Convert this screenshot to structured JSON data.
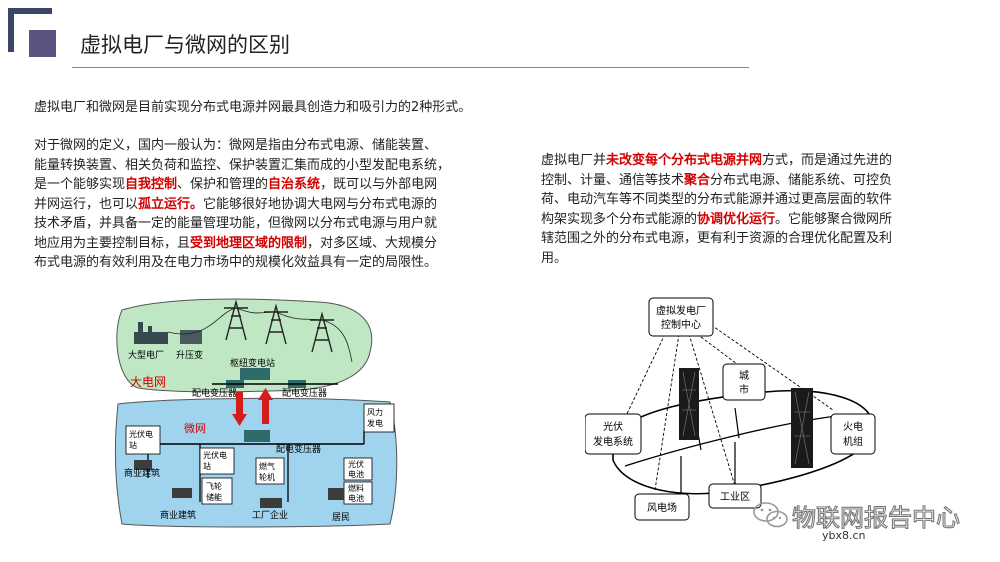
{
  "title": "虚拟电厂与微网的区别",
  "intro": "虚拟电厂和微网是目前实现分布式电源并网最具创造力和吸引力的2种形式。",
  "left_para": {
    "l1": "对于微网的定义，国内一般认为：微网是指由分布式电源、储能装置、",
    "l2": "能量转换装置、相关负荷和监控、保护装置汇集而成的小型发配电系统，",
    "l3a": "是一个能够实现",
    "l3h1": "自我控制",
    "l3b": "、保护和管理的",
    "l3h2": "自治系统",
    "l3c": "，既可以与外部电网",
    "l4a": "并网运行，也可以",
    "l4h": "孤立运行。",
    "l4b": "它能够很好地协调大电网与分布式电源的",
    "l5": "技术矛盾，并具备一定的能量管理功能，但微网以分布式电源与用户就",
    "l6a": "地应用为主要控制目标，且",
    "l6h": "受到地理区域的限制",
    "l6b": "，对多区域、大规模分",
    "l7": "布式电源的有效利用及在电力市场中的规模化效益具有一定的局限性。"
  },
  "right_para": {
    "l1a": "虚拟电厂并",
    "l1h": "未改变每个分布式电源并网",
    "l1b": "方式，而是通过先进的",
    "l2a": "控制、计量、通信等技术",
    "l2h": "聚合",
    "l2b": "分布式电源、储能系统、可控负",
    "l3": "荷、电动汽车等不同类型的分布式能源并通过更高层面的软件",
    "l4a": "构架实现多个分布式能源的",
    "l4h": "协调优化运行",
    "l4b": "。它能够聚合微网所",
    "l5": "辖范围之外的分布式电源，更有利于资源的合理优化配置及利",
    "l6": "用。"
  },
  "microgrid_diagram": {
    "large_plant": "大型电厂",
    "step_up": "升压变",
    "hub_substation": "枢纽变电站",
    "big_grid": "大电网",
    "dist_transformer_1": "配电变压器",
    "dist_transformer_2": "配电变压器",
    "microgrid": "微网",
    "pv_station_1a": "光伏电",
    "pv_station_1b": "站",
    "commercial_1": "商业建筑",
    "pv_station_2a": "光伏电",
    "pv_station_2b": "站",
    "flywheel_a": "飞轮",
    "flywheel_b": "储能",
    "gas_turbine_a": "燃气",
    "gas_turbine_b": "轮机",
    "dist_transformer_3": "配电变压器",
    "wind_a": "风力",
    "wind_b": "发电",
    "pv_small_a": "光伏",
    "pv_small_b": "电池",
    "fuel_cell_a": "燃料",
    "fuel_cell_b": "电池",
    "commercial_2": "商业建筑",
    "factory": "工厂企业",
    "residents": "居民"
  },
  "vpp_diagram": {
    "center_a": "虚拟发电厂",
    "center_b": "控制中心",
    "city_a": "城",
    "city_b": "市",
    "pv_a": "光伏",
    "pv_b": "发电系统",
    "thermal_a": "火电",
    "thermal_b": "机组",
    "wind_farm": "风电场",
    "industrial": "工业区"
  },
  "watermark": {
    "brand": "物联网报告中心",
    "url": "ybx8.cn"
  },
  "colors": {
    "accent_navy": "#3a4668",
    "accent_purple": "#5c5380",
    "highlight_red": "#d40000",
    "grid_green": "#bfe7c4",
    "microgrid_blue": "#9fd3ee"
  }
}
